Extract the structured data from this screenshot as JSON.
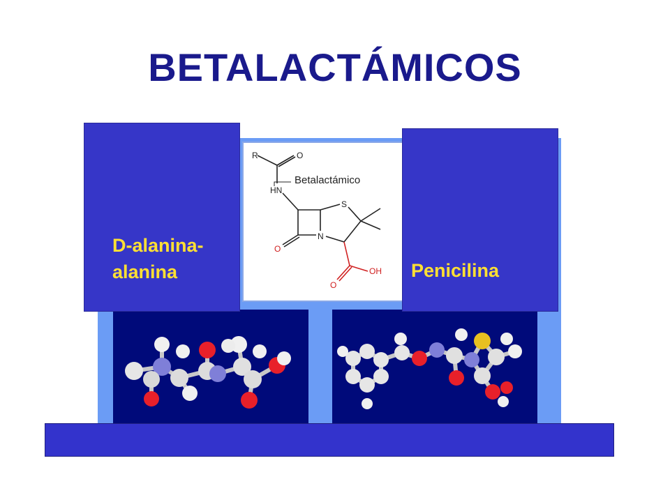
{
  "slide": {
    "title": "BETALACTÁMICOS",
    "left_label": "D-alanina-alanina",
    "right_label": "Penicilina",
    "structure_label": "Betalactámico"
  },
  "structure_atoms": {
    "r": "R",
    "o_top": "O",
    "hn": "HN",
    "s": "S",
    "n": "N",
    "o_left": "O",
    "o_acid": "O",
    "oh": "OH"
  },
  "colors": {
    "title": "#1a1a8c",
    "label_box": "#3636c8",
    "label_text": "#ffe033",
    "frame": "#6b9cf5",
    "molecule_bg": "#000a7a",
    "bottom_bar": "#3333cc"
  }
}
